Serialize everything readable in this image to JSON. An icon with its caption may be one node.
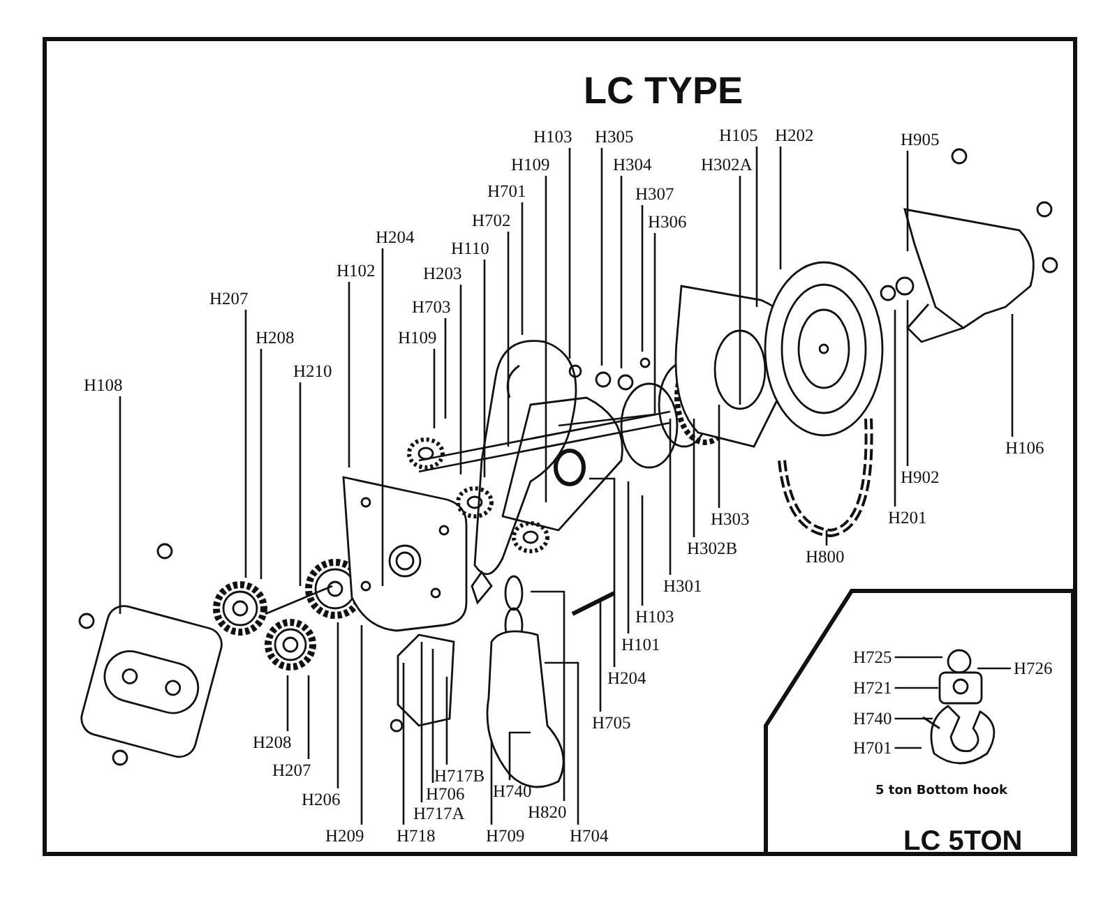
{
  "diagram": {
    "title": "LC TYPE",
    "nodes": [
      {
        "text": [
          "H103"
        ]
      },
      {
        "text": [
          "H305"
        ]
      },
      {
        "text": [
          "H105"
        ]
      },
      {
        "text": [
          "H202"
        ]
      },
      {
        "text": [
          "H905"
        ]
      },
      {
        "text": [
          "H109"
        ]
      },
      {
        "text": [
          "H304"
        ]
      },
      {
        "text": [
          "H302A"
        ]
      },
      {
        "text": [
          "H701"
        ]
      },
      {
        "text": [
          "H307"
        ]
      },
      {
        "text": [
          "H702"
        ]
      },
      {
        "text": [
          "H306"
        ]
      },
      {
        "text": [
          "H204"
        ]
      },
      {
        "text": [
          "H110"
        ]
      },
      {
        "text": [
          "H102"
        ]
      },
      {
        "text": [
          "H203"
        ]
      },
      {
        "text": [
          "H207"
        ]
      },
      {
        "text": [
          "H703"
        ]
      },
      {
        "text": [
          "H208"
        ]
      },
      {
        "text": [
          "H109"
        ]
      },
      {
        "text": [
          "H210"
        ]
      },
      {
        "text": [
          "H108"
        ]
      },
      {
        "text": [
          "H106"
        ]
      },
      {
        "text": [
          "H902"
        ]
      },
      {
        "text": [
          "H201"
        ]
      },
      {
        "text": [
          "H303"
        ]
      },
      {
        "text": [
          "H302B"
        ]
      },
      {
        "text": [
          "H800"
        ]
      },
      {
        "text": [
          "H301"
        ]
      },
      {
        "text": [
          "H103"
        ]
      },
      {
        "text": [
          "H101"
        ]
      },
      {
        "text": [
          "H204"
        ]
      },
      {
        "text": [
          "H705"
        ]
      },
      {
        "text": [
          "H208"
        ]
      },
      {
        "text": [
          "H207"
        ]
      },
      {
        "text": [
          "H717B"
        ]
      },
      {
        "text": [
          "H740"
        ]
      },
      {
        "text": [
          "H706"
        ]
      },
      {
        "text": [
          "H206"
        ]
      },
      {
        "text": [
          "H820"
        ]
      },
      {
        "text": [
          "H717A"
        ]
      },
      {
        "text": [
          "H709"
        ]
      },
      {
        "text": [
          "H704"
        ]
      },
      {
        "text": [
          "H718"
        ]
      },
      {
        "text": [
          "H209"
        ]
      },
      {
        "text": [
          "5 ton Bottom hook",
          "LC 5TON"
        ]
      },
      {
        "text": [
          "H725"
        ],
        "in": 45
      },
      {
        "text": [
          "H726"
        ],
        "in": 45
      },
      {
        "text": [
          "H721"
        ],
        "in": 45
      },
      {
        "text": [
          "H740"
        ],
        "in": 45
      },
      {
        "text": [
          "H701"
        ],
        "in": 45
      }
    ],
    "edges": [
      {
        "from": 0,
        "to": null,
        "arrow": "none"
      },
      {
        "from": 1,
        "to": null,
        "arrow": "none"
      },
      {
        "from": 2,
        "to": null,
        "arrow": "none"
      },
      {
        "from": 3,
        "to": null,
        "arrow": "none"
      },
      {
        "from": 4,
        "to": null,
        "arrow": "none"
      },
      {
        "from": 5,
        "to": null,
        "arrow": "none"
      },
      {
        "from": 6,
        "to": null,
        "arrow": "none"
      },
      {
        "from": 7,
        "to": null,
        "arrow": "none"
      },
      {
        "from": 8,
        "to": null,
        "arrow": "none"
      },
      {
        "from": 9,
        "to": null,
        "arrow": "none"
      },
      {
        "from": 10,
        "to": null,
        "arrow": "none"
      },
      {
        "from": 11,
        "to": null,
        "arrow": "none"
      },
      {
        "from": 12,
        "to": null,
        "arrow": "none"
      },
      {
        "from": 13,
        "to": null,
        "arrow": "none"
      },
      {
        "from": 14,
        "to": null,
        "arrow": "none"
      },
      {
        "from": 15,
        "to": null,
        "arrow": "none"
      },
      {
        "from": 16,
        "to": null,
        "arrow": "none"
      },
      {
        "from": 17,
        "to": null,
        "arrow": "none"
      },
      {
        "from": 18,
        "to": null,
        "arrow": "none"
      },
      {
        "from": 19,
        "to": null,
        "arrow": "none"
      },
      {
        "from": 20,
        "to": null,
        "arrow": "none"
      },
      {
        "from": 21,
        "to": null,
        "arrow": "none"
      },
      {
        "from": 22,
        "to": null,
        "arrow": "none"
      },
      {
        "from": 23,
        "to": null,
        "arrow": "none"
      },
      {
        "from": 24,
        "to": null,
        "arrow": "none"
      },
      {
        "from": 25,
        "to": null,
        "arrow": "none"
      },
      {
        "from": 26,
        "to": null,
        "arrow": "none"
      },
      {
        "from": 27,
        "to": null,
        "arrow": "none"
      },
      {
        "from": 28,
        "to": null,
        "arrow": "none"
      },
      {
        "from": 29,
        "to": null,
        "arrow": "none"
      },
      {
        "from": 30,
        "to": null,
        "arrow": "none"
      },
      {
        "from": 31,
        "to": null,
        "arrow": "none"
      },
      {
        "from": 32,
        "to": null,
        "arrow": "none"
      },
      {
        "from": 33,
        "to": null,
        "arrow": "none"
      },
      {
        "from": 34,
        "to": null,
        "arrow": "none"
      },
      {
        "from": 35,
        "to": null,
        "arrow": "none"
      },
      {
        "from": 36,
        "to": null,
        "arrow": "none"
      },
      {
        "from": 37,
        "to": null,
        "arrow": "none"
      },
      {
        "from": 38,
        "to": null,
        "arrow": "none"
      },
      {
        "from": 39,
        "to": null,
        "arrow": "none"
      },
      {
        "from": 40,
        "to": null,
        "arrow": "none"
      },
      {
        "from": 41,
        "to": null,
        "arrow": "none"
      },
      {
        "from": 42,
        "to": null,
        "arrow": "none"
      },
      {
        "from": 43,
        "to": null,
        "arrow": "none"
      },
      {
        "from": 44,
        "to": null,
        "arrow": "none"
      },
      {
        "from": 46,
        "to": null,
        "arrow": "none"
      },
      {
        "from": 47,
        "to": null,
        "arrow": "none"
      },
      {
        "from": 48,
        "to": null,
        "arrow": "none"
      },
      {
        "from": 49,
        "to": null,
        "arrow": "none"
      },
      {
        "from": 50,
        "to": null,
        "arrow": "none"
      }
    ]
  }
}
